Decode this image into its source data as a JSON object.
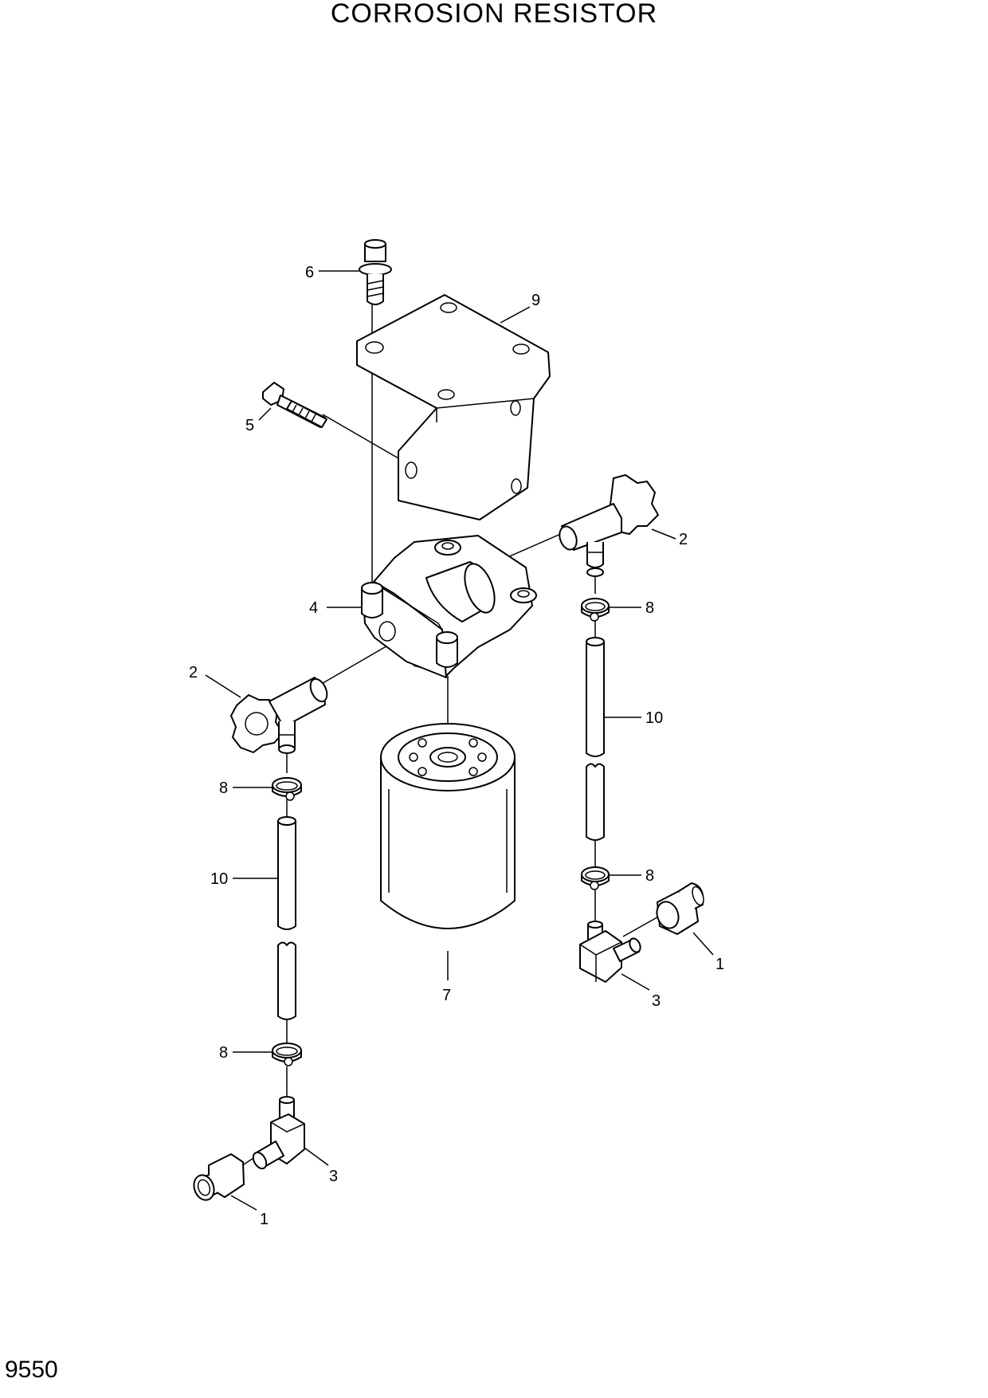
{
  "title": "CORROSION RESISTOR",
  "page_number": "9550",
  "callouts": {
    "c1a": "1",
    "c1b": "1",
    "c2a": "2",
    "c2b": "2",
    "c3a": "3",
    "c3b": "3",
    "c4": "4",
    "c5": "5",
    "c6": "6",
    "c7": "7",
    "c8a": "8",
    "c8b": "8",
    "c8c": "8",
    "c8d": "8",
    "c9": "9",
    "c10a": "10",
    "c10b": "10"
  }
}
